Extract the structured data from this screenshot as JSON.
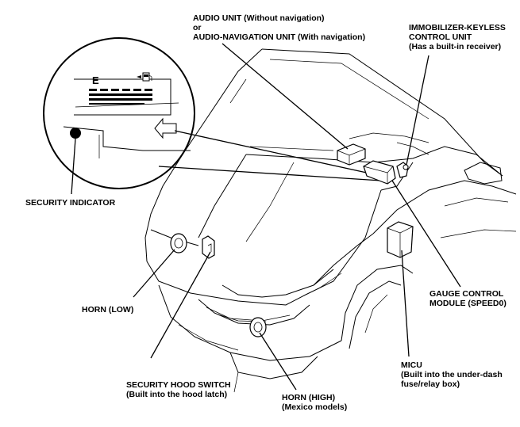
{
  "labels": {
    "audio_unit": {
      "line1": "AUDIO UNIT (Without navigation)",
      "line2": "or",
      "line3": "AUDIO-NAVIGATION UNIT (With navigation)"
    },
    "immobilizer": {
      "line1": "IMMOBILIZER-KEYLESS",
      "line2": "CONTROL UNIT",
      "line3": "(Has a built-in receiver)"
    },
    "security_indicator": "SECURITY INDICATOR",
    "horn_low": "HORN (LOW)",
    "gauge_control": {
      "line1": "GAUGE CONTROL",
      "line2": "MODULE (SPEED0)"
    },
    "micu": {
      "line1": "MICU",
      "line2": "(Built into the under-dash",
      "line3": "fuse/relay box)"
    },
    "security_hood_switch": {
      "line1": "SECURITY HOOD SWITCH",
      "line2": "(Built into the hood latch)"
    },
    "horn_high": {
      "line1": "HORN (HIGH)",
      "line2": "(Mexico models)"
    }
  },
  "gauge_inset": {
    "fuel_letter": "E"
  }
}
